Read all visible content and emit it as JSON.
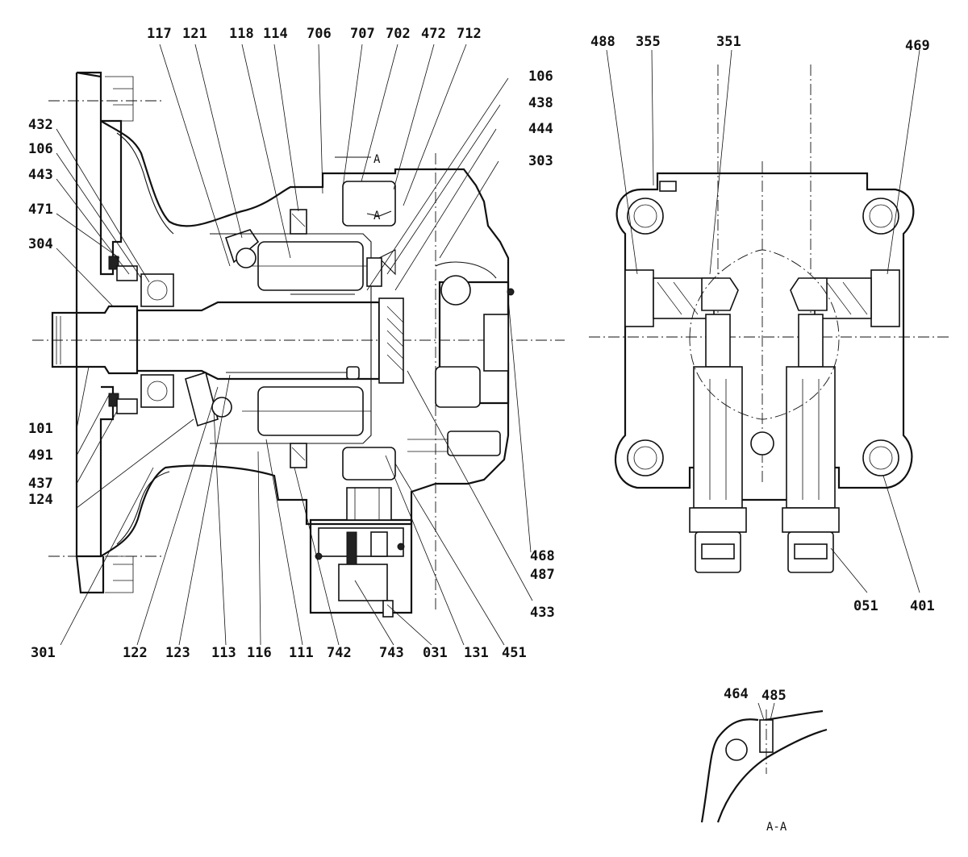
{
  "drawing": {
    "main_section_labels": {
      "top": [
        "117",
        "121",
        "118",
        "114",
        "706",
        "707",
        "702",
        "472",
        "712"
      ],
      "right_upper": [
        "106",
        "438",
        "444",
        "303"
      ],
      "left": [
        "432",
        "106",
        "443",
        "471",
        "304"
      ],
      "left_lower": [
        "101",
        "491",
        "437",
        "124"
      ],
      "bottom": [
        "301",
        "122",
        "123",
        "113",
        "116",
        "111",
        "742",
        "743",
        "031",
        "131",
        "451"
      ],
      "right_lower": [
        "468",
        "487",
        "433"
      ],
      "section_marks": [
        "A",
        "A"
      ]
    },
    "end_view_labels": {
      "top": [
        "488",
        "355",
        "351",
        "469"
      ],
      "bottom": [
        "051",
        "401"
      ]
    },
    "detail_view": {
      "labels": [
        "464",
        "485"
      ],
      "caption": "A-A"
    }
  }
}
